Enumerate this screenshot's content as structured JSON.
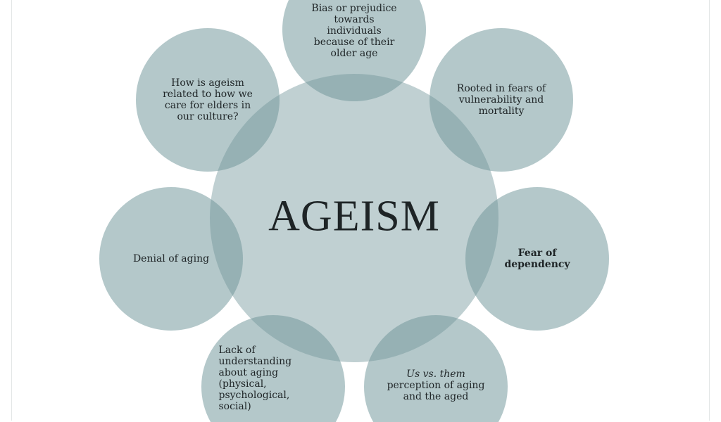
{
  "center": {
    "label": "AGEISM"
  },
  "nodes": [
    {
      "text": "Bias or prejudice towards individuals because of their older age"
    },
    {
      "text": "Rooted in fears of vulnerability and mortality"
    },
    {
      "text": "Fear of dependency"
    },
    {
      "text_italic": "Us vs. them",
      "text": "perception of aging and the aged"
    },
    {
      "text": "Lack of understanding about aging (physical, psychological, social)"
    },
    {
      "text": "Denial of aging"
    },
    {
      "text": "How is ageism related to how we care for elders in our culture?"
    }
  ],
  "colors": {
    "circle": "#6f9599",
    "text": "#1e2426"
  }
}
